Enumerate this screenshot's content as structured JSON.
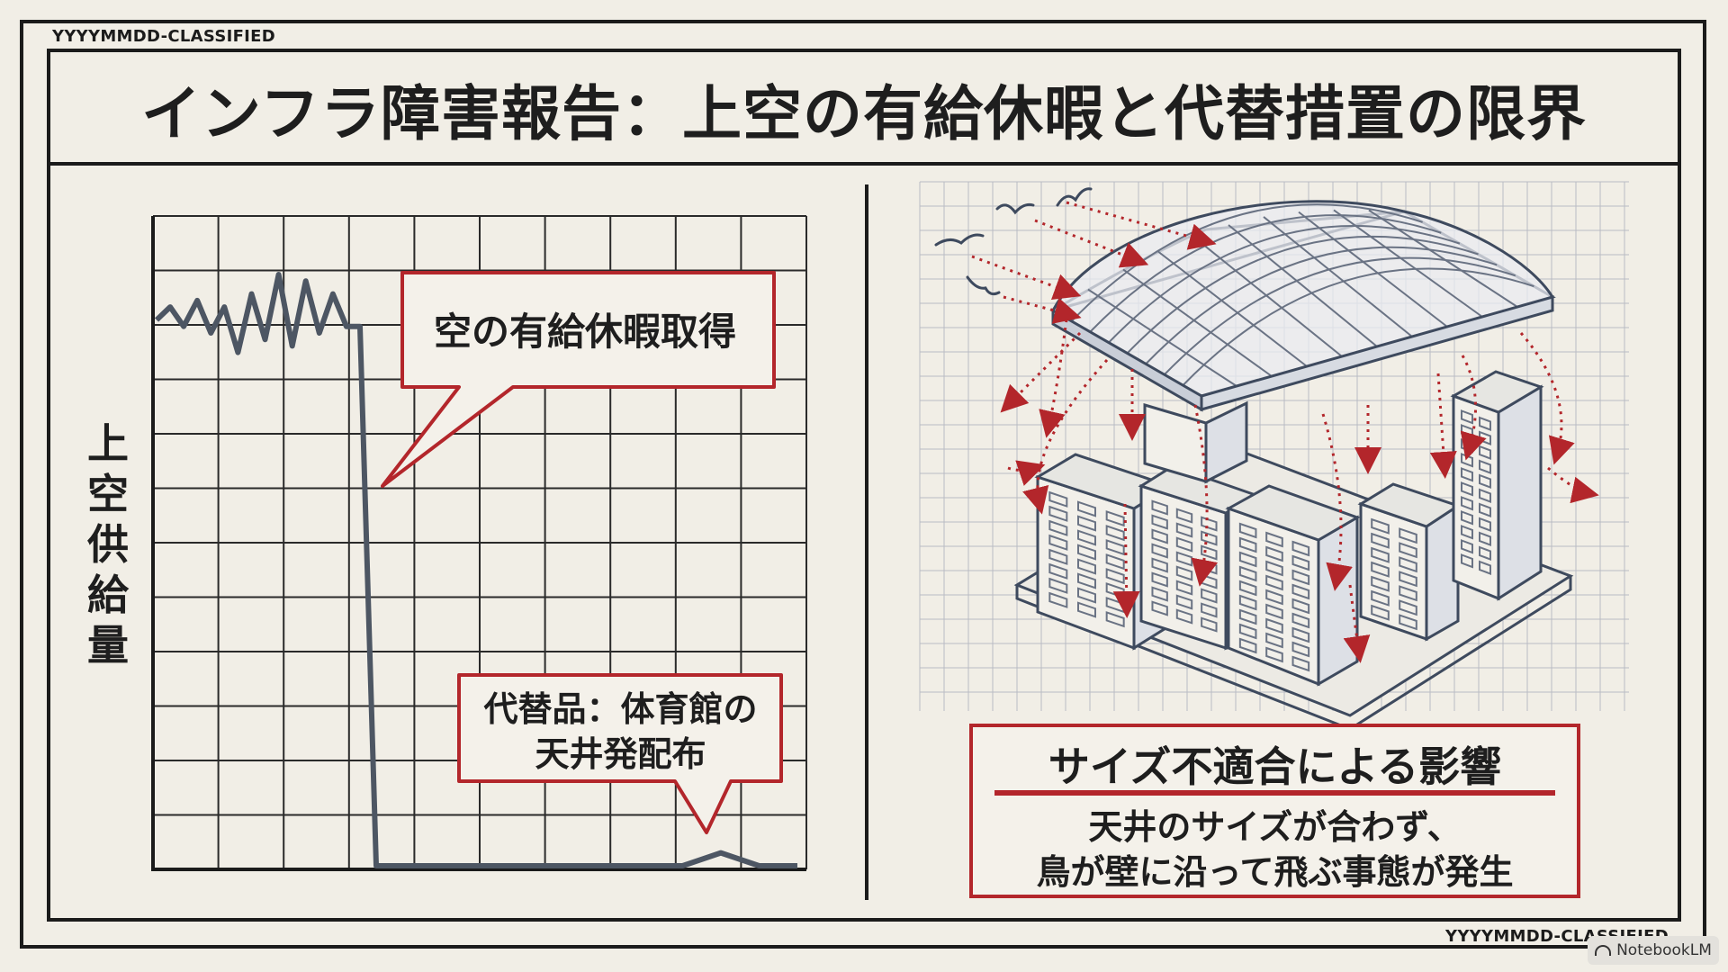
{
  "stamp_top": "YYYYMMDD-CLASSIFIED",
  "stamp_bottom": "YYYYMMDD-CLASSIFIED",
  "title": "インフラ障害報告：上空の有給休暇と代替措置の限界",
  "chart": {
    "y_axis_label": [
      "上",
      "空",
      "供",
      "給",
      "量"
    ],
    "callout_event": "空の有給休暇取得",
    "callout_substitute": [
      "代替品：体育館の",
      "天井発配布"
    ]
  },
  "chart_data": {
    "type": "line",
    "title": "",
    "xlabel": "",
    "ylabel": "上空供給量",
    "grid": true,
    "series": [
      {
        "values": [
          0.84,
          0.86,
          0.83,
          0.87,
          0.82,
          0.86,
          0.79,
          0.88,
          0.81,
          0.91,
          0.8,
          0.9,
          0.82,
          0.88,
          0.83,
          0.83,
          0.0,
          0.0,
          0.0,
          0.0,
          0.0,
          0.0,
          0.0,
          0.0,
          0.0,
          0.02,
          0.0,
          0.0
        ]
      }
    ],
    "annotations": [
      "空の有給休暇取得",
      "代替品：体育館の天井発配布"
    ]
  },
  "impact": {
    "heading": "サイズ不適合による影響",
    "body": [
      "天井のサイズが合わず、",
      "鳥が壁に沿って飛ぶ事態が発生"
    ]
  },
  "colors": {
    "accent_red": "#b3262b",
    "line": "#4d5663",
    "ink": "#1b1b1b"
  },
  "badge": {
    "icon": "notebooklm-icon",
    "label": "NotebookLM"
  }
}
